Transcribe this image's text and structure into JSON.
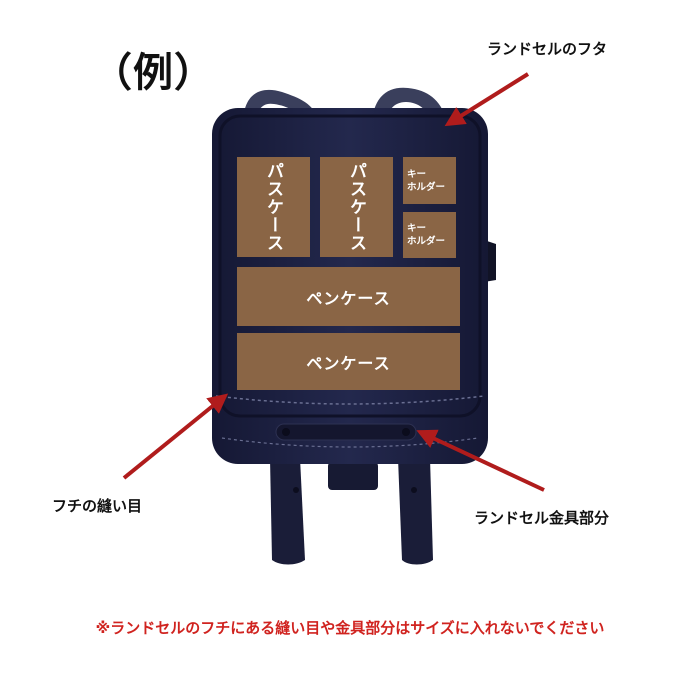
{
  "title": "（例）",
  "labels": {
    "lid": "ランドセルのフタ",
    "stitch": "フチの縫い目",
    "metal": "ランドセル金具部分"
  },
  "cases": {
    "pass_case_1": "パスケース",
    "pass_case_2": "パスケース",
    "key_holder_1_line1": "キー",
    "key_holder_1_line2": "ホルダー",
    "key_holder_2_line1": "キー",
    "key_holder_2_line2": "ホルダー",
    "pen_case_1": "ペンケース",
    "pen_case_2": "ペンケース"
  },
  "note": "※ランドセルのフチにある縫い目や金具部分はサイズに入れないでください",
  "colors": {
    "bag": "#1d2142",
    "case": "#8a6545",
    "arrow": "#b01c1c",
    "note": "#d0231f"
  },
  "icons": [
    "randoseru-backpack-illustration",
    "arrow"
  ]
}
